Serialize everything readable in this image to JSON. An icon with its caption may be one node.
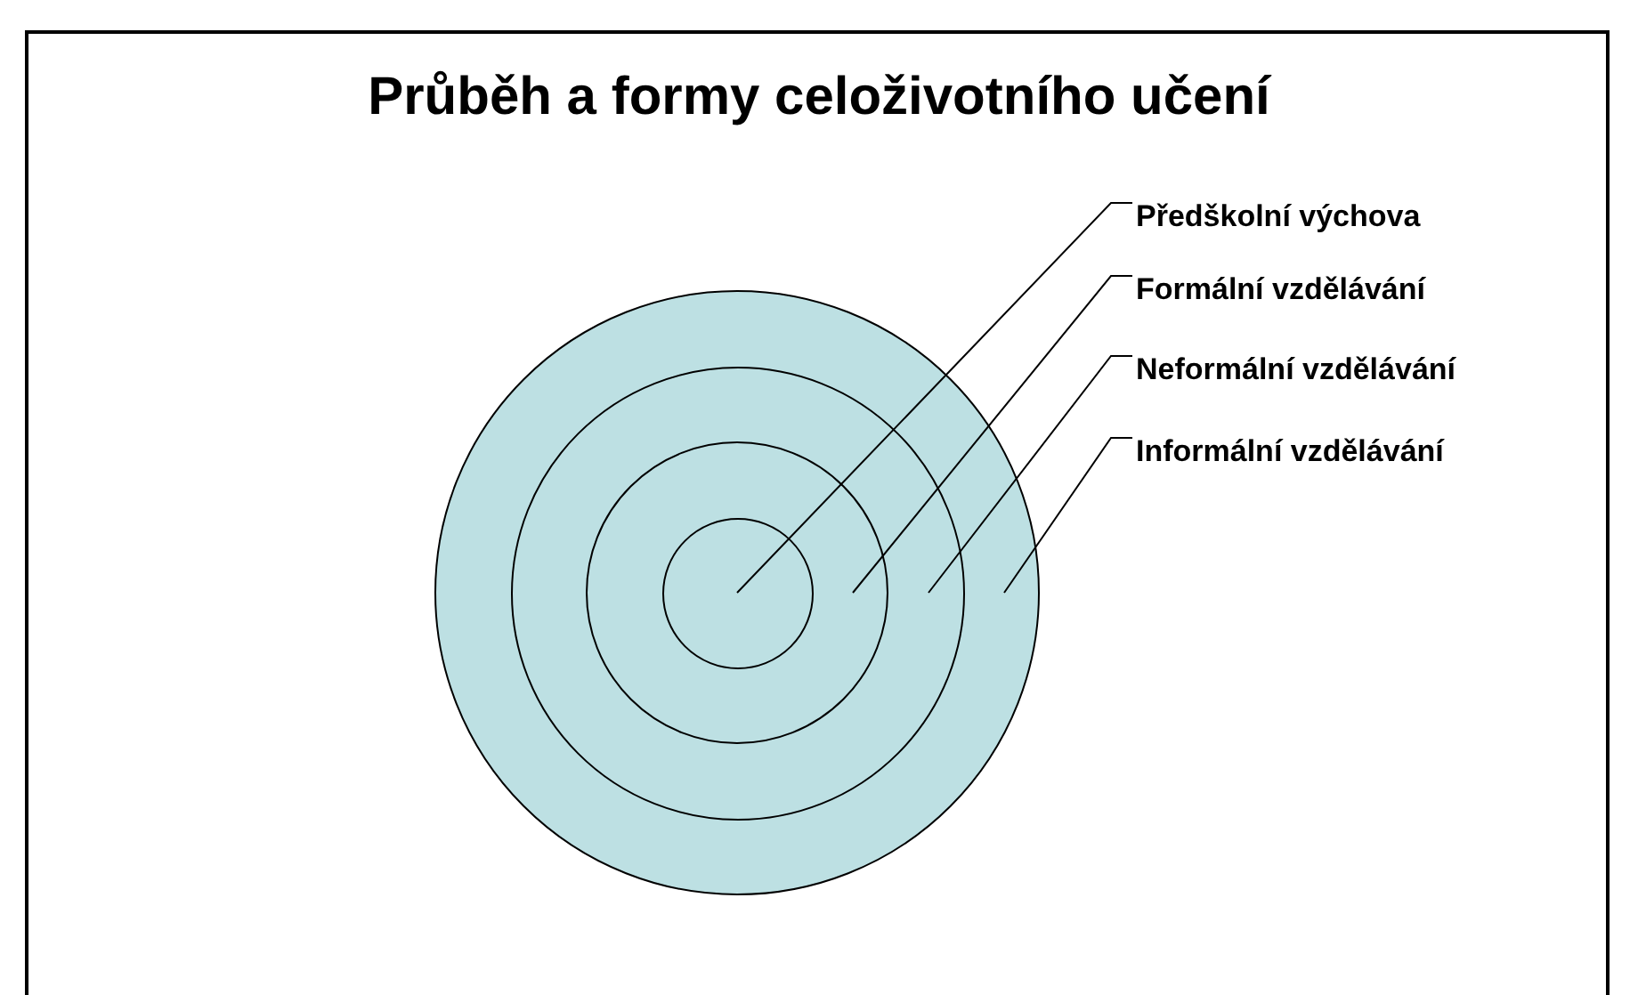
{
  "diagram": {
    "title": "Průběh a formy celoživotního učení",
    "nodes": [
      {
        "text": [
          "Předškolní výchova"
        ]
      },
      {
        "text": [
          "Formální vzdělávání"
        ]
      },
      {
        "text": [
          "Neformální vzdělávání"
        ]
      },
      {
        "text": [
          "Informální vzdělávání"
        ]
      },
      {
        "text": [],
        "shape": "circle"
      },
      {
        "text": [],
        "shape": "circle",
        "in": 4
      },
      {
        "text": [],
        "shape": "circle",
        "in": 5
      },
      {
        "text": [],
        "shape": "circle",
        "in": 6
      }
    ],
    "edges": [
      {
        "from": 0,
        "to": 7,
        "arrow": "none"
      },
      {
        "from": 1,
        "to": 6,
        "arrow": "none"
      },
      {
        "from": 2,
        "to": 5,
        "arrow": "none"
      },
      {
        "from": 3,
        "to": 4,
        "arrow": "none"
      }
    ]
  }
}
